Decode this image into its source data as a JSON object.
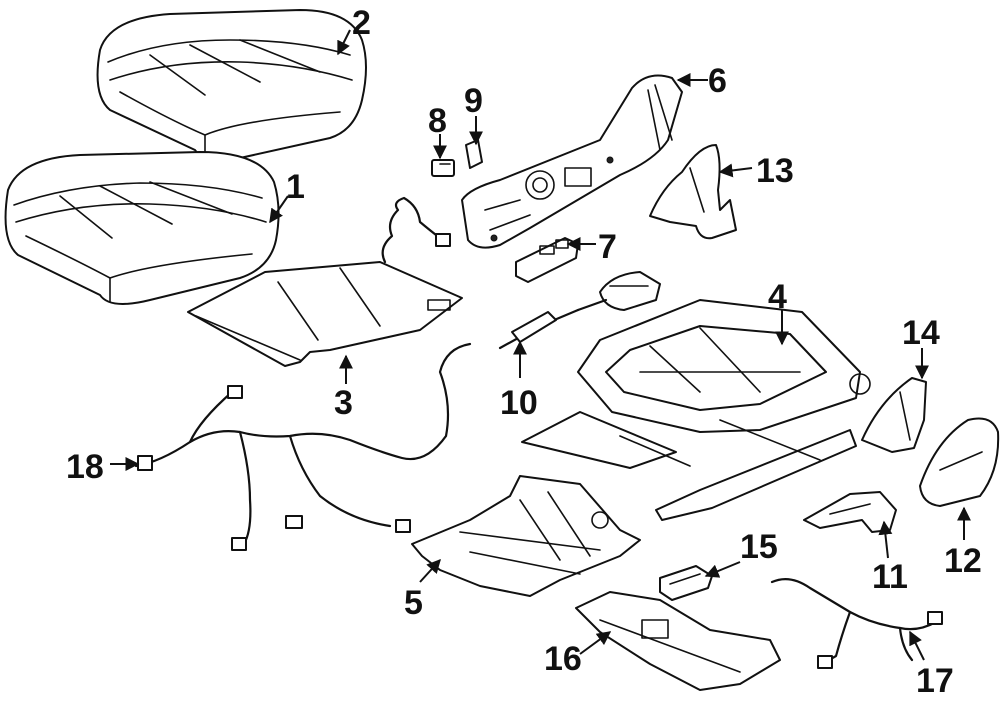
{
  "callouts": [
    {
      "id": "c1",
      "text": "1"
    },
    {
      "id": "c2",
      "text": "2"
    },
    {
      "id": "c3",
      "text": "3"
    },
    {
      "id": "c4",
      "text": "4"
    },
    {
      "id": "c5",
      "text": "5"
    },
    {
      "id": "c6",
      "text": "6"
    },
    {
      "id": "c7",
      "text": "7"
    },
    {
      "id": "c8",
      "text": "8"
    },
    {
      "id": "c9",
      "text": "9"
    },
    {
      "id": "c10",
      "text": "10"
    },
    {
      "id": "c11",
      "text": "11"
    },
    {
      "id": "c12",
      "text": "12"
    },
    {
      "id": "c13",
      "text": "13"
    },
    {
      "id": "c14",
      "text": "14"
    },
    {
      "id": "c15",
      "text": "15"
    },
    {
      "id": "c16",
      "text": "16"
    },
    {
      "id": "c17",
      "text": "17"
    },
    {
      "id": "c18",
      "text": "18"
    }
  ],
  "colors": {
    "line": "#111111",
    "background": "#ffffff"
  }
}
